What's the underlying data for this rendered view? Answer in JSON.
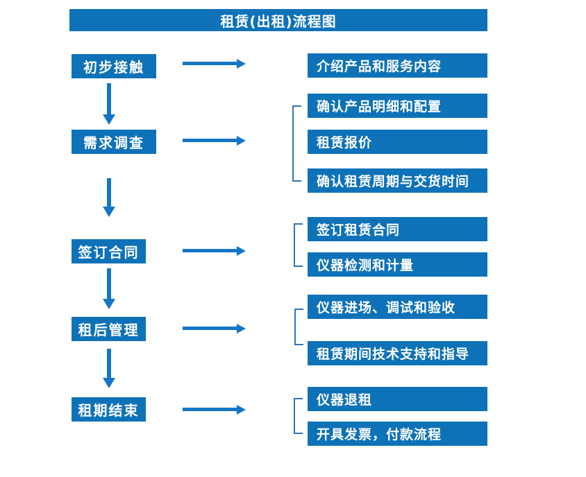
{
  "title": "租赁(出租)流程图",
  "colors": {
    "box_blue": "#0e72b8",
    "arrow_blue": "#1376c6",
    "bracket_blue": "#2e75b6",
    "text_white": "#ffffff",
    "background": "#ffffff"
  },
  "stages": [
    {
      "label": "初步接触",
      "outputs": [
        "介绍产品和服务内容"
      ]
    },
    {
      "label": "需求调查",
      "outputs": [
        "确认产品明细和配置",
        "租赁报价",
        "确认租赁周期与交货时间"
      ]
    },
    {
      "label": "签订合同",
      "outputs": [
        "签订租赁合同",
        "仪器检测和计量"
      ]
    },
    {
      "label": "租后管理",
      "outputs": [
        "仪器进场、调试和验收",
        "租赁期间技术支持和指导"
      ]
    },
    {
      "label": "租期结束",
      "outputs": [
        "仪器退租",
        "开具发票，付款流程"
      ]
    }
  ]
}
